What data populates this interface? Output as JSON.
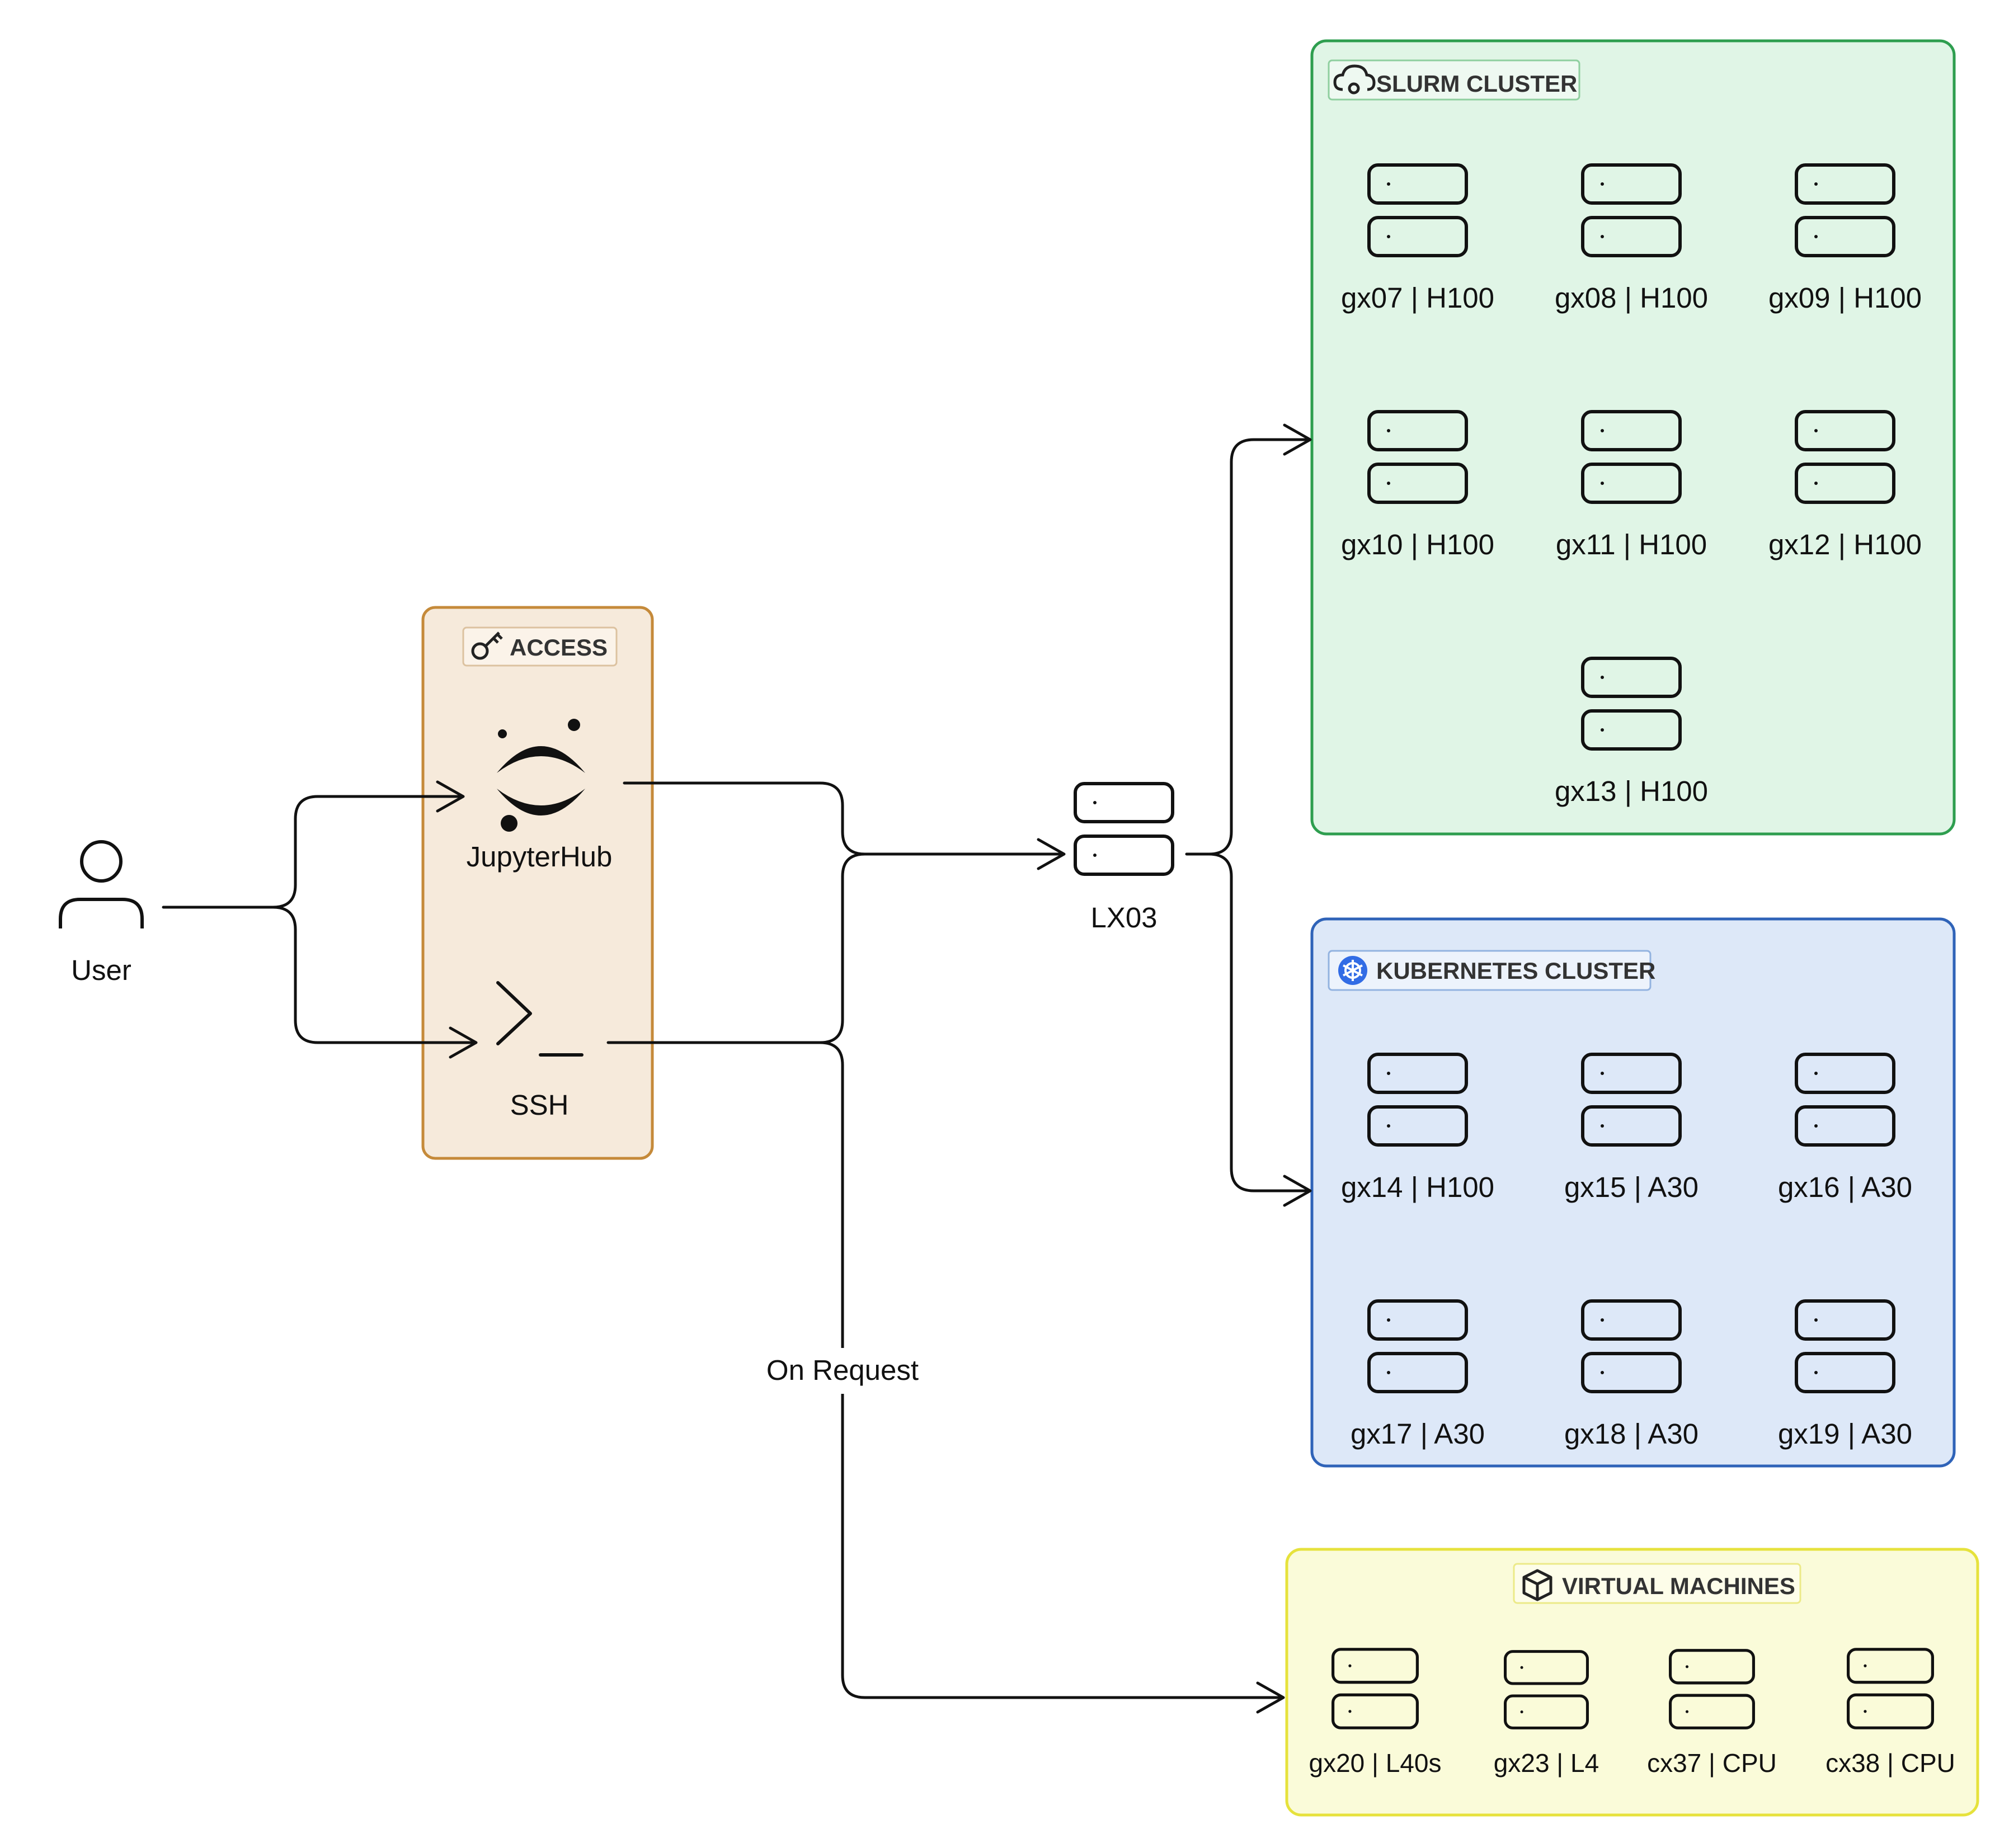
{
  "user": {
    "label": "User",
    "icon": "user-icon"
  },
  "access": {
    "title": "ACCESS",
    "icon": "key-icon",
    "items": [
      {
        "label": "JupyterHub",
        "icon": "jupyter-logo"
      },
      {
        "label": "SSH",
        "icon": "terminal-icon"
      }
    ]
  },
  "gateway": {
    "label": "LX03",
    "icon": "server-icon"
  },
  "edge_label": "On Request",
  "clusters": {
    "slurm": {
      "title": "SLURM CLUSTER",
      "icon": "cloud-gear-icon",
      "color": "#2e9e4f",
      "fill": "#e0f5e6",
      "nodes": [
        "gx07 | H100",
        "gx08 | H100",
        "gx09 | H100",
        "gx10 | H100",
        "gx11 | H100",
        "gx12 | H100",
        "gx13 | H100"
      ]
    },
    "kubernetes": {
      "title": "KUBERNETES CLUSTER",
      "icon": "kubernetes-icon",
      "color": "#2f63b8",
      "fill": "#dde8f8",
      "nodes": [
        "gx14 | H100",
        "gx15 | A30",
        "gx16 | A30",
        "gx17 | A30",
        "gx18 | A30",
        "gx19 | A30"
      ]
    },
    "vms": {
      "title": "VIRTUAL MACHINES",
      "icon": "cube-icon",
      "color": "#e6e23c",
      "fill": "#fafbd9",
      "nodes": [
        "gx20 | L40s",
        "gx23 | L4",
        "cx37 | CPU",
        "cx38 | CPU"
      ]
    }
  }
}
